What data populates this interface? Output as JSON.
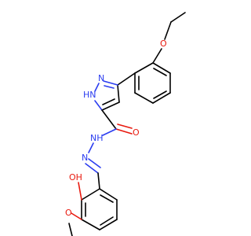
{
  "molecule": {
    "atoms": {
      "o_ethoxy": "O",
      "n_pyrazole_h": "HN",
      "n_pyrazole": "N",
      "o_carbonyl": "O",
      "n_amide_h": "NH",
      "n_imine": "N",
      "o_hydroxy": "OH",
      "o_methoxy": "O"
    }
  },
  "colors": {
    "carbon_bond": "#000000",
    "nitrogen": "#2b3df0",
    "oxygen": "#e8190e",
    "background": "#ffffff"
  }
}
